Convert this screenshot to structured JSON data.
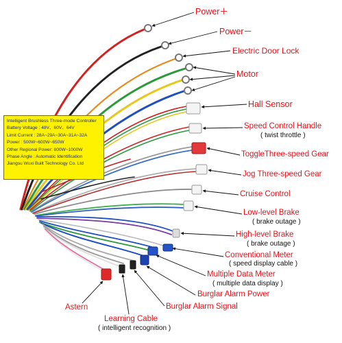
{
  "colors": {
    "label": "#e8121a",
    "spec_background": "#fff200",
    "spec_text": "#1a2a80"
  },
  "spec_box": {
    "title": "Intelligent Brushless Three-mode Controller",
    "battery_voltage": "Battery Voltage : 48V、60V、64V",
    "limit_current": "Limit Current : 28A~29A~30A~31A~32A",
    "power": "Power : 500W~600W~650W",
    "other_regional_power": "Other Regional Power:  800W~1000W",
    "phase_angle": "Phase Angle : Automatic Identification",
    "manufacturer": "Jiangsu Wuxi Built Technology Co. Ltd"
  },
  "labels": {
    "power_plus": "Power＋",
    "power_minus": "Power－",
    "electric_door_lock": "Electric Door Lock",
    "motor": "Motor",
    "hall_sensor": "Hall Sensor",
    "speed_control_handle": "Speed Control Handle",
    "speed_control_handle_note": "( twist throttle )",
    "toggle_three_speed_gear": "ToggleThree-speed Gear",
    "jog_three_speed_gear": "Jog Three-speed Gear",
    "cruise_control": "Cruise Control",
    "low_level_brake": "Low-level Brake",
    "low_level_brake_note": "( brake outage )",
    "high_level_brake": "High-level Brake",
    "high_level_brake_note": "( brake outage )",
    "conventional_meter": "Conventional Meter",
    "conventional_meter_note": "( speed display cable )",
    "multiple_data_meter": "Multiple Data Meter",
    "multiple_data_meter_note": "( multiple data display )",
    "burglar_alarm_power": "Burglar Alarm Power",
    "burglar_alarm_signal": "Burglar Alarm Signal",
    "astern": "Astern",
    "learning_cable": "Learning Cable",
    "learning_cable_note": "( intelligent  recognition )"
  }
}
